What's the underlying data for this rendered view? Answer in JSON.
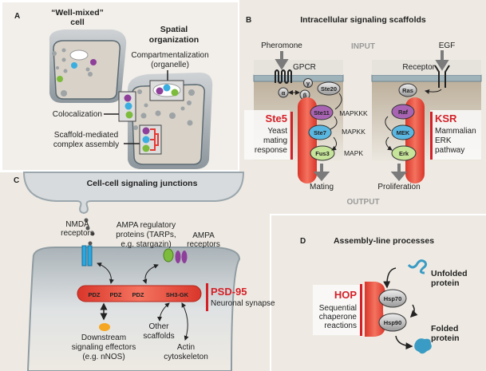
{
  "colors": {
    "scaffold_red": "#e94b3c",
    "label_red": "#d42027",
    "panel_bg": "#eeeae3",
    "purple": "#8e3f9a",
    "blue": "#3aaee0",
    "green": "#7dbb3c"
  },
  "panel_a": {
    "letter": "A",
    "well_mixed": [
      "“Well-mixed”",
      "cell"
    ],
    "spatial": [
      "Spatial",
      "organization"
    ],
    "compartment": [
      "Compartmentalization",
      "(organelle)"
    ],
    "colocalization": "Colocalization",
    "scaffold": [
      "Scaffold-mediated",
      "complex assembly"
    ]
  },
  "panel_b": {
    "letter": "B",
    "title": "Intracellular signaling scaffolds",
    "input": "INPUT",
    "output": "OUTPUT",
    "pheromone": "Pheromone",
    "gpcr": "GPCR",
    "egf": "EGF",
    "receptor": "Receptor",
    "g_alpha": "α",
    "g_beta": "β",
    "g_gamma": "γ",
    "ste20": "Ste20",
    "ste11": "Ste11",
    "ste7": "Ste7",
    "fus3": "Fus3",
    "ras": "Ras",
    "raf": "Raf",
    "mek": "MEK",
    "erk": "Erk",
    "tiers": [
      "MAPKKK",
      "MAPKK",
      "MAPK"
    ],
    "ste5": {
      "name": "Ste5",
      "desc": [
        "Yeast",
        "mating",
        "response"
      ]
    },
    "ksr": {
      "name": "KSR",
      "desc": [
        "Mammalian",
        "ERK",
        "pathway"
      ]
    },
    "mating": "Mating",
    "proliferation": "Proliferation"
  },
  "panel_c": {
    "letter": "C",
    "title": "Cell-cell signaling junctions",
    "nmda": [
      "NMDA",
      "receptors"
    ],
    "tarps": [
      "AMPA regulatory",
      "proteins (TARPs,",
      "e.g. stargazin)"
    ],
    "ampa": [
      "AMPA",
      "receptors"
    ],
    "domains": [
      "PDZ",
      "PDZ",
      "PDZ",
      "SH3-GK"
    ],
    "psd95": {
      "name": "PSD-95",
      "desc": "Neuronal synapse"
    },
    "downstream": [
      "Downstream",
      "signaling effectors",
      "(e.g. nNOS)"
    ],
    "other": [
      "Other",
      "scaffolds"
    ],
    "actin": [
      "Actin",
      "cytoskeleton"
    ]
  },
  "panel_d": {
    "letter": "D",
    "title": "Assembly-line processes",
    "hop": {
      "name": "HOP",
      "desc": [
        "Sequential",
        "chaperone",
        "reactions"
      ]
    },
    "hsp70": "Hsp70",
    "hsp90": "Hsp90",
    "unfolded": [
      "Unfolded",
      "protein"
    ],
    "folded": [
      "Folded",
      "protein"
    ]
  }
}
